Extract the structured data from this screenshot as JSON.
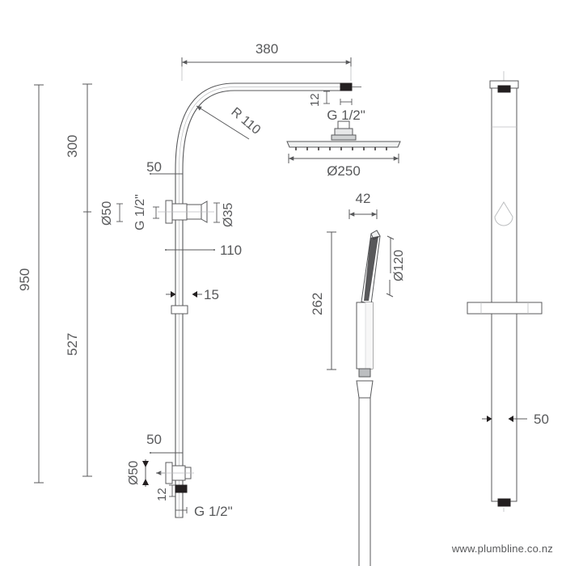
{
  "document": {
    "type": "technical-dimension-drawing",
    "subject": "Shower column with overhead rain shower, handshower and slide rail",
    "footer_url": "www.plumbline.co.nz",
    "line_color": "#58595b",
    "fill_dark": "#231f20",
    "background": "#ffffff"
  },
  "views": {
    "front": {
      "name": "front-elevation-shower-column",
      "dimensions": {
        "overall_height": "950",
        "upper_height": "300",
        "lower_height": "527",
        "arm_length": "380",
        "bend_radius": "R 110",
        "top_offset": "50",
        "bottom_offset": "50",
        "valve_projection": "110",
        "rail_width": "15",
        "upper_plate_diameter": "Ø50",
        "upper_outlet_thread": "G 1/2\"",
        "upper_outlet_diameter": "Ø35",
        "lower_plate_diameter": "Ø50",
        "lower_inlet_depth": "12",
        "lower_inlet_thread": "G 1/2\"",
        "arm_outlet_depth": "12",
        "arm_outlet_thread": "G 1/2\""
      }
    },
    "showerhead": {
      "name": "overhead-rain-shower",
      "dimensions": {
        "diameter": "Ø250"
      }
    },
    "handshower": {
      "name": "handshower-detail",
      "dimensions": {
        "width": "42",
        "length": "262",
        "spray_face": "Ø120"
      }
    },
    "side": {
      "name": "side-elevation-slide-rail",
      "dimensions": {
        "rail_diameter": "50"
      }
    }
  },
  "labels": {
    "d380": "380",
    "r110": "R 110",
    "d12_arm": "12",
    "g_half_arm": "G 1/2\"",
    "d250": "Ø250",
    "d300": "300",
    "d950": "950",
    "d527": "527",
    "d50_top": "50",
    "d50_bottom": "50",
    "dia50_upper": "Ø50",
    "g_half_upper": "G 1/2\"",
    "dia35": "Ø35",
    "d110": "110",
    "d15": "15",
    "dia50_lower": "Ø50",
    "d12_lower": "12",
    "g_half_lower": "G 1/2\"",
    "d42": "42",
    "d262": "262",
    "dia120": "Ø120",
    "d50_side": "50",
    "footer": "www.plumbline.co.nz"
  }
}
